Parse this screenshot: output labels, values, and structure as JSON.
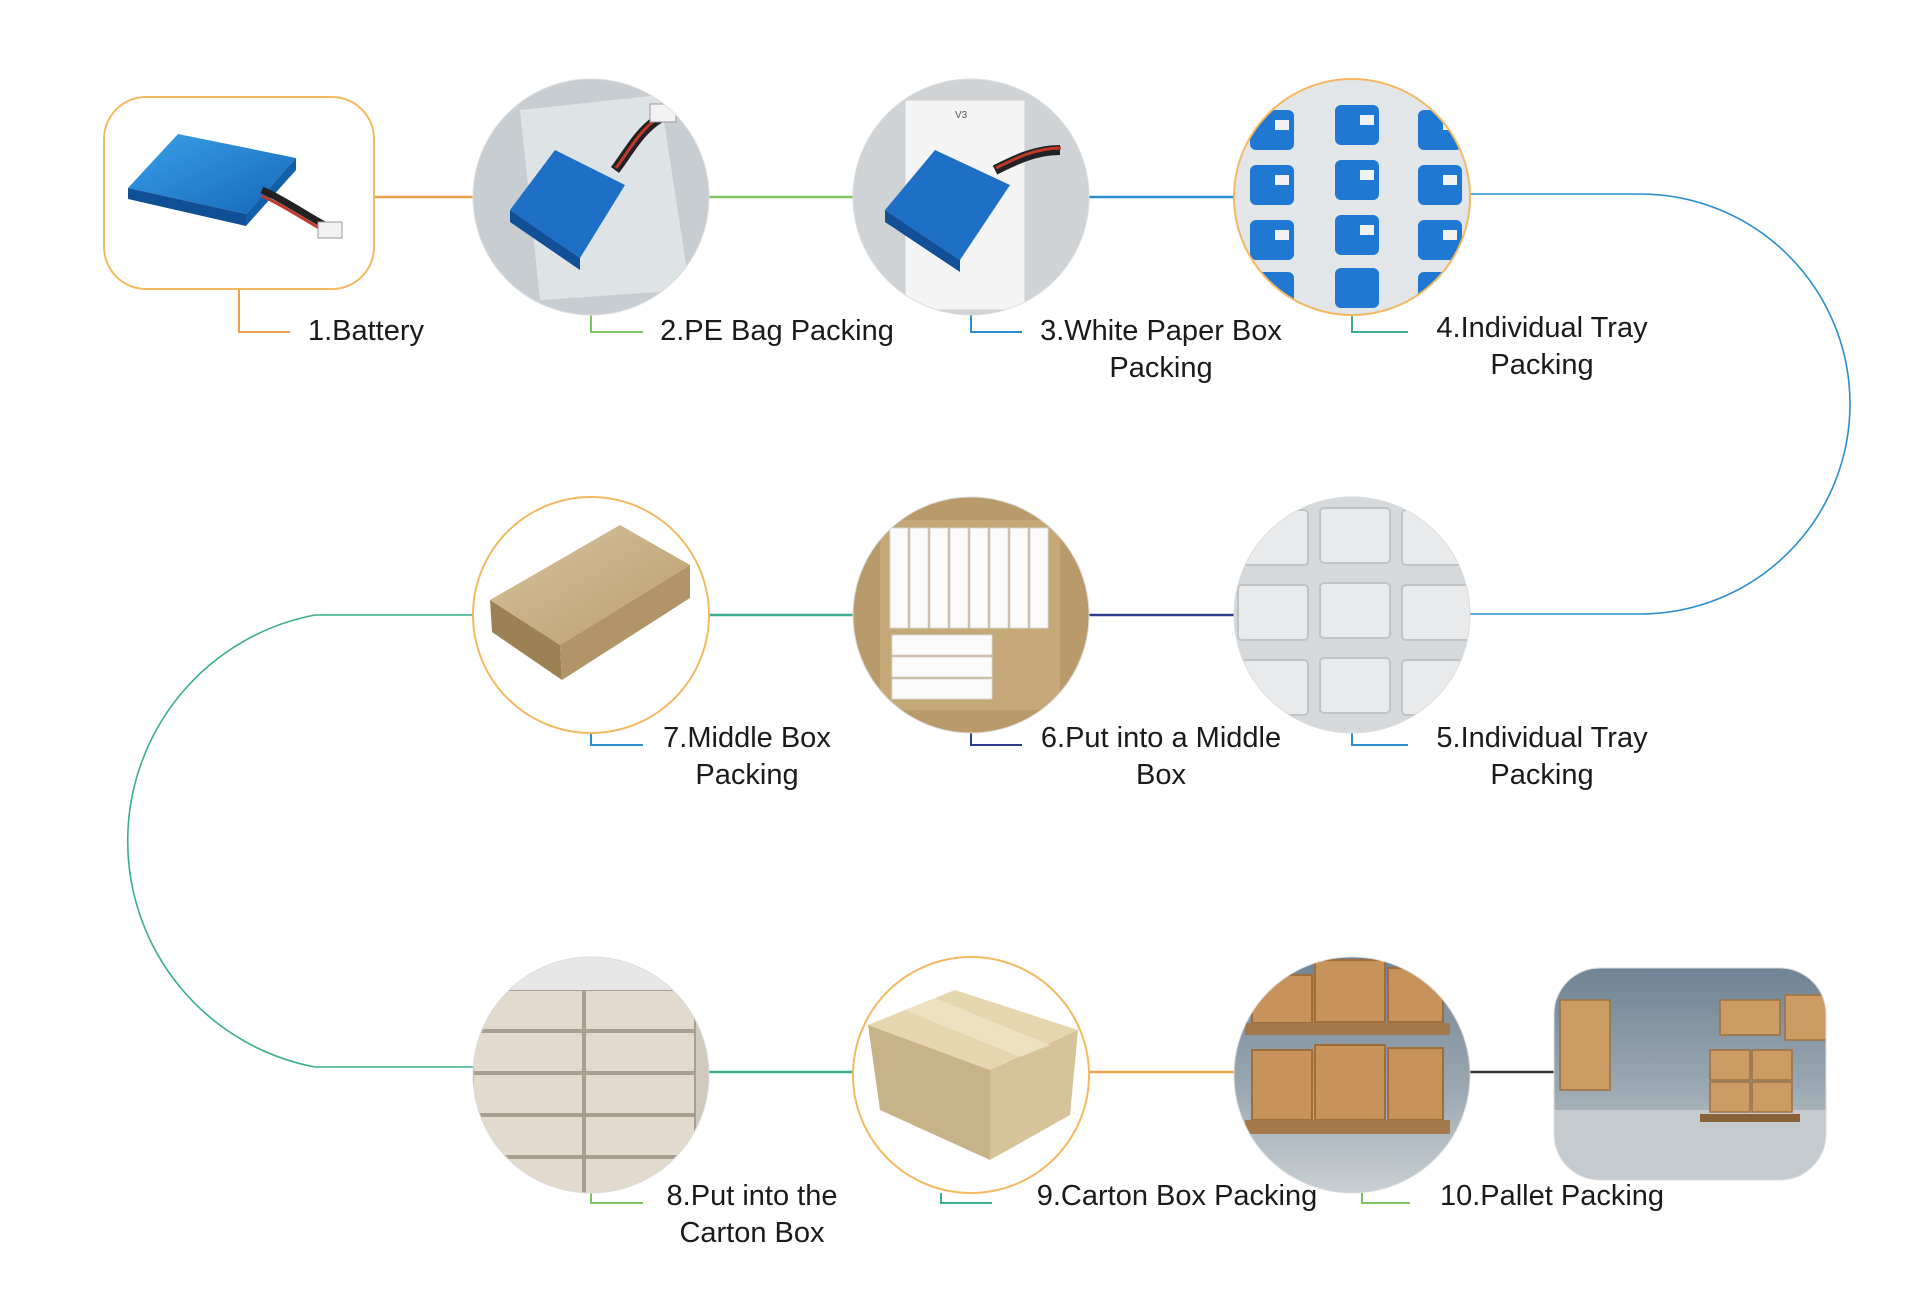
{
  "steps": [
    {
      "label": [
        "1.Battery"
      ],
      "color": "#F0A04B",
      "photo": "battery-photo"
    },
    {
      "label": [
        "2.PE Bag Packing"
      ],
      "color": "#7DC560",
      "photo": "pe-bag-photo"
    },
    {
      "label": [
        "3.White Paper Box",
        "Packing"
      ],
      "color": "#2A8FD0",
      "photo": "white-paper-box-photo"
    },
    {
      "label": [
        "4.Individual Tray",
        "Packing"
      ],
      "color": "#3AAE8E",
      "photo": "tray-with-batteries-photo"
    },
    {
      "label": [
        "5.Individual Tray",
        "Packing"
      ],
      "color": "#2A8FD0",
      "photo": "empty-tray-photo"
    },
    {
      "label": [
        "6.Put into a Middle",
        "Box"
      ],
      "color": "#2D3E8F",
      "photo": "middle-box-open-photo"
    },
    {
      "label": [
        "7.Middle Box",
        "Packing"
      ],
      "color": "#2A8FD0",
      "photo": "middle-box-closed-photo"
    },
    {
      "label": [
        "8.Put into the",
        "Carton Box"
      ],
      "color": "#7DC560",
      "photo": "stacked-boxes-photo"
    },
    {
      "label": [
        "9.Carton Box Packing"
      ],
      "color": "#3AAE8E",
      "photo": "carton-box-photo"
    },
    {
      "label": [
        "10.Pallet Packing"
      ],
      "color": "#7DC560",
      "photo": "warehouse-pallets-photo"
    }
  ],
  "colors": {
    "frame_orange": "#F4B860",
    "connector_orange": "#F0A04B",
    "connector_green": "#7DC560",
    "connector_blue": "#2A8FD0",
    "connector_teal": "#3AAE8E",
    "connector_navy": "#2D3E8F",
    "connector_dark": "#333333"
  }
}
